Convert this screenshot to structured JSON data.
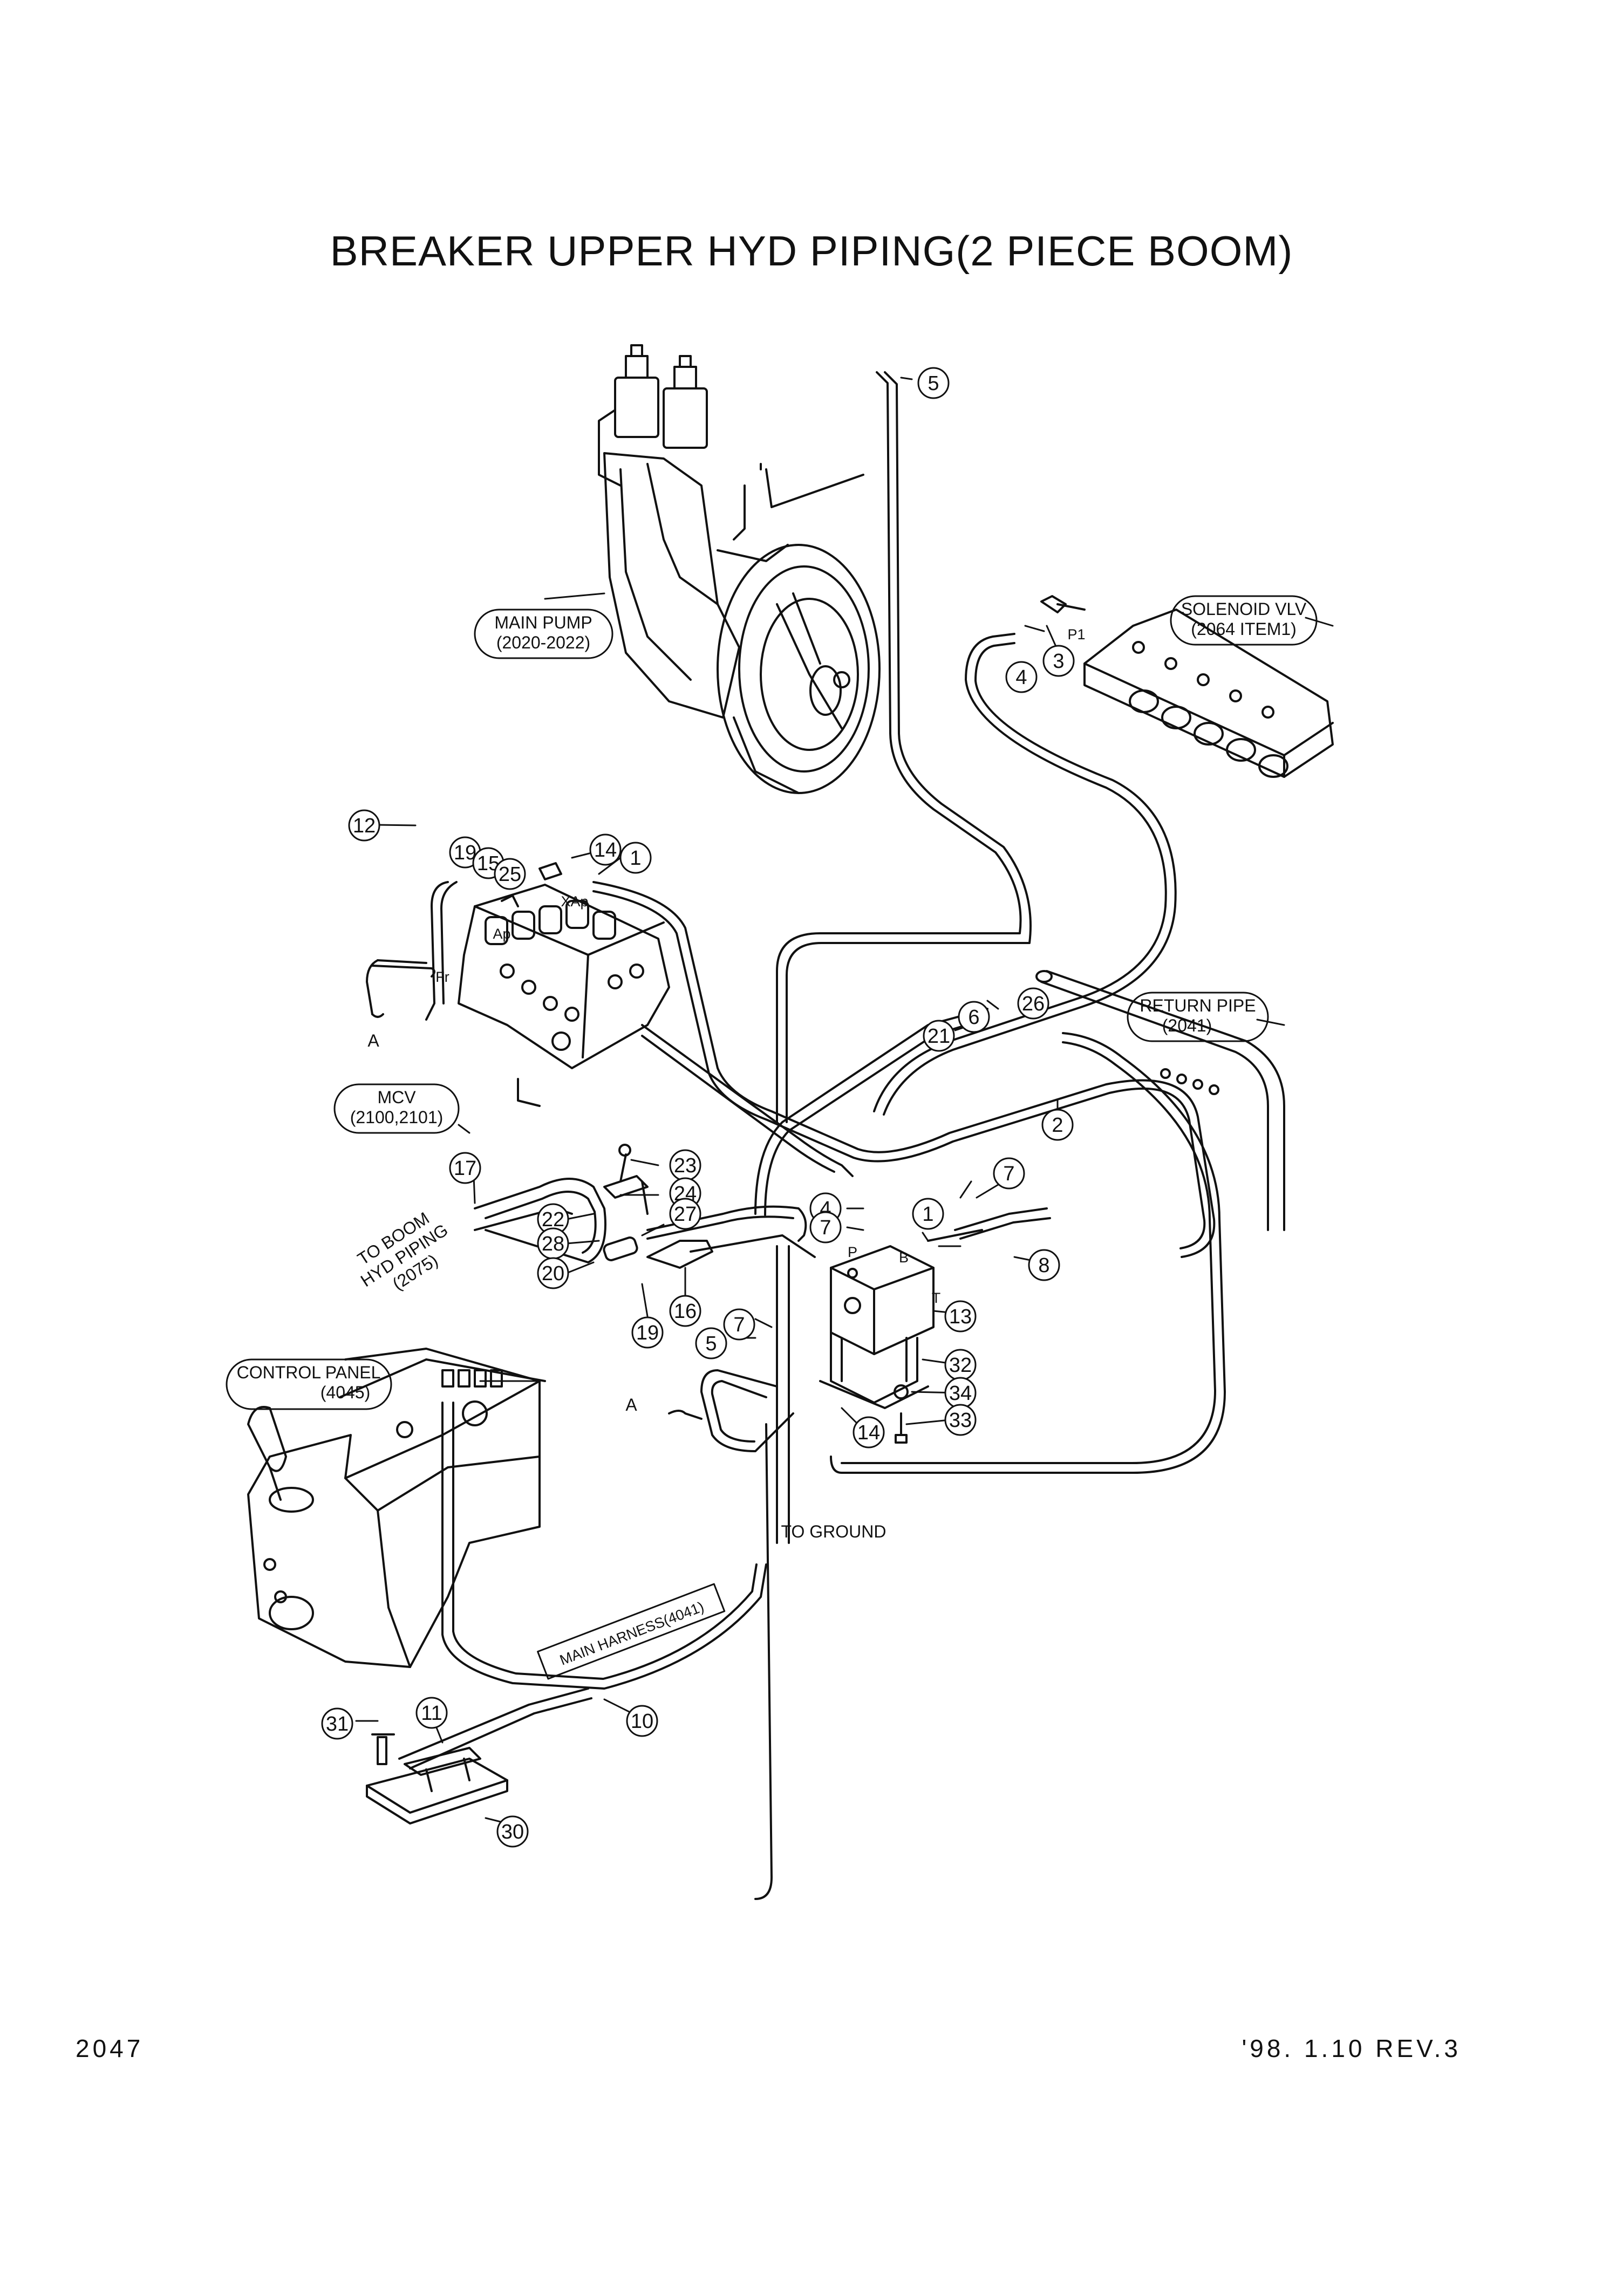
{
  "title": "BREAKER UPPER HYD PIPING(2 PIECE BOOM)",
  "page_number": "2047",
  "revision": "'98. 1.10 REV.3",
  "component_labels": {
    "main_pump": [
      "MAIN PUMP",
      "(2020-2022)"
    ],
    "solenoid_valve": [
      "SOLENOID VLV",
      "(2064 ITEM1)"
    ],
    "return_pipe": [
      "RETURN PIPE",
      "(2041)"
    ],
    "mcv": [
      "MCV",
      "(2100,2101)"
    ],
    "control_panel": [
      "CONTROL PANEL",
      "(4045)"
    ],
    "to_boom": [
      "TO BOOM",
      "HYD PIPING",
      "(2075)"
    ],
    "main_harness": "MAIN HARNESS(4041)",
    "to_ground": "TO GROUND"
  },
  "port_labels": {
    "p1": "P1",
    "xap": "XAp",
    "ap": "Ap",
    "fr": "Fr",
    "p": "P",
    "b": "B",
    "t": "T",
    "a_left": "A",
    "a_mid": "A"
  },
  "callouts": [
    "5",
    "3",
    "4",
    "12",
    "19",
    "15",
    "25",
    "14",
    "1",
    "26",
    "6",
    "21",
    "2",
    "17",
    "23",
    "24",
    "22",
    "28",
    "27",
    "20",
    "16",
    "19",
    "4",
    "7",
    "7",
    "1",
    "8",
    "7",
    "5",
    "13",
    "32",
    "34",
    "33",
    "14",
    "31",
    "11",
    "10",
    "30"
  ]
}
